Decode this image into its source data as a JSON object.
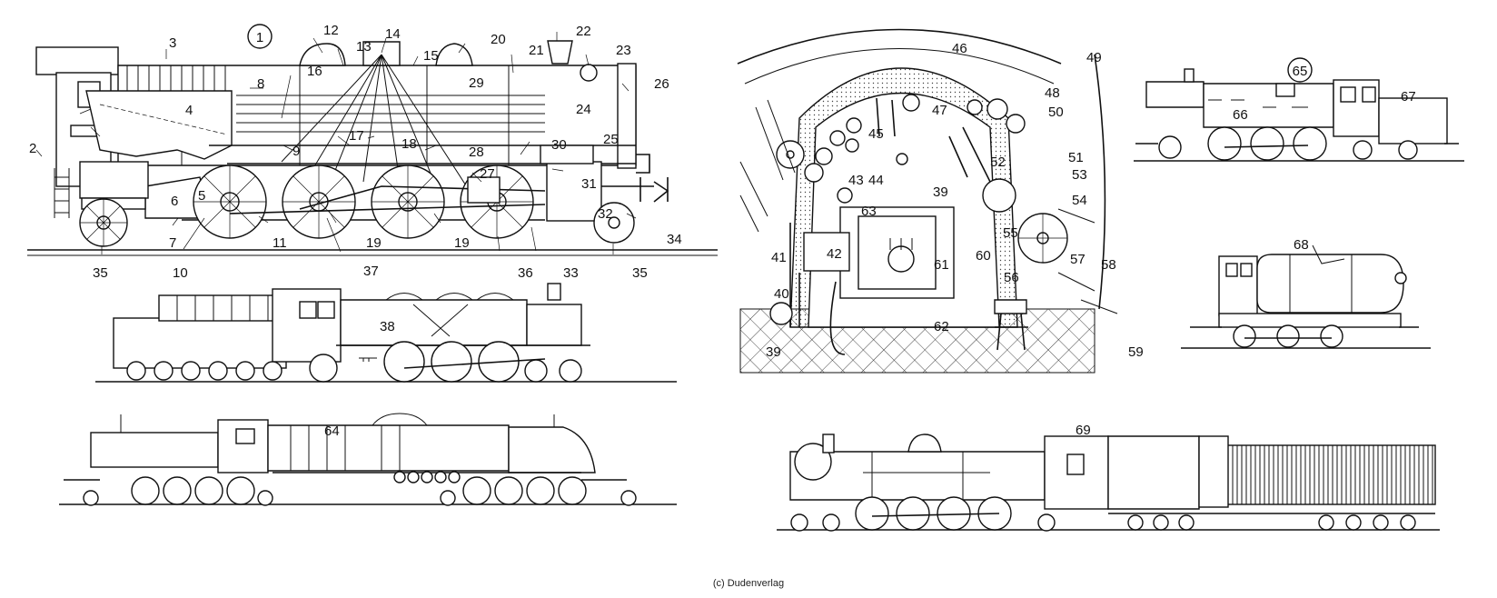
{
  "copyright": "(c) Dudenverlag",
  "figure_number": "1",
  "labels": [
    "1",
    "2",
    "3",
    "4",
    "5",
    "6",
    "7",
    "8",
    "9",
    "10",
    "11",
    "12",
    "13",
    "14",
    "15",
    "16",
    "17",
    "18",
    "19",
    "19",
    "20",
    "21",
    "22",
    "23",
    "24",
    "25",
    "26",
    "27",
    "28",
    "29",
    "30",
    "31",
    "32",
    "33",
    "34",
    "35",
    "35",
    "36",
    "37",
    "38",
    "39",
    "39",
    "40",
    "41",
    "42",
    "43",
    "44",
    "45",
    "46",
    "47",
    "48",
    "49",
    "50",
    "51",
    "52",
    "53",
    "54",
    "55",
    "56",
    "57",
    "58",
    "59",
    "60",
    "61",
    "62",
    "63",
    "64",
    "65",
    "66",
    "67",
    "68",
    "69"
  ]
}
